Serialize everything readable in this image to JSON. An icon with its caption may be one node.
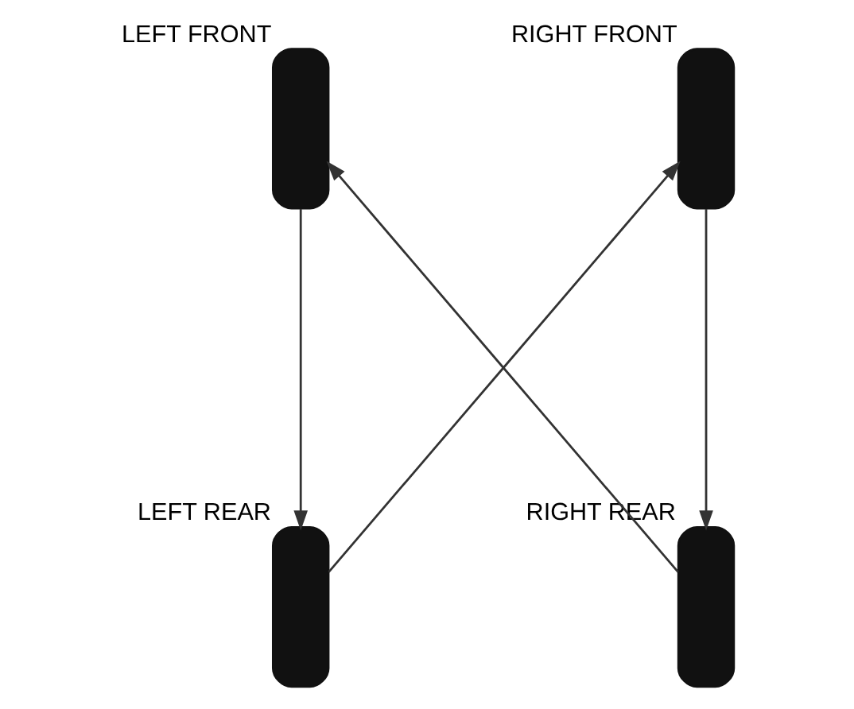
{
  "diagram": {
    "nodes": [
      {
        "text": [],
        "shape": "bar",
        "beside": [
          "LEFT FRONT"
        ]
      },
      {
        "text": [],
        "shape": "bar",
        "beside": [
          "RIGHT FRONT"
        ]
      },
      {
        "text": [],
        "shape": "bar",
        "beside": [
          "LEFT REAR"
        ]
      },
      {
        "text": [],
        "shape": "bar",
        "beside": [
          "RIGHT REAR"
        ]
      }
    ],
    "edges": [
      {
        "from": 0,
        "to": 2,
        "arrow": "to"
      },
      {
        "from": 1,
        "to": 3,
        "arrow": "to"
      },
      {
        "from": 2,
        "to": 1,
        "arrow": "to"
      },
      {
        "from": 3,
        "to": 0,
        "arrow": "to"
      }
    ]
  }
}
